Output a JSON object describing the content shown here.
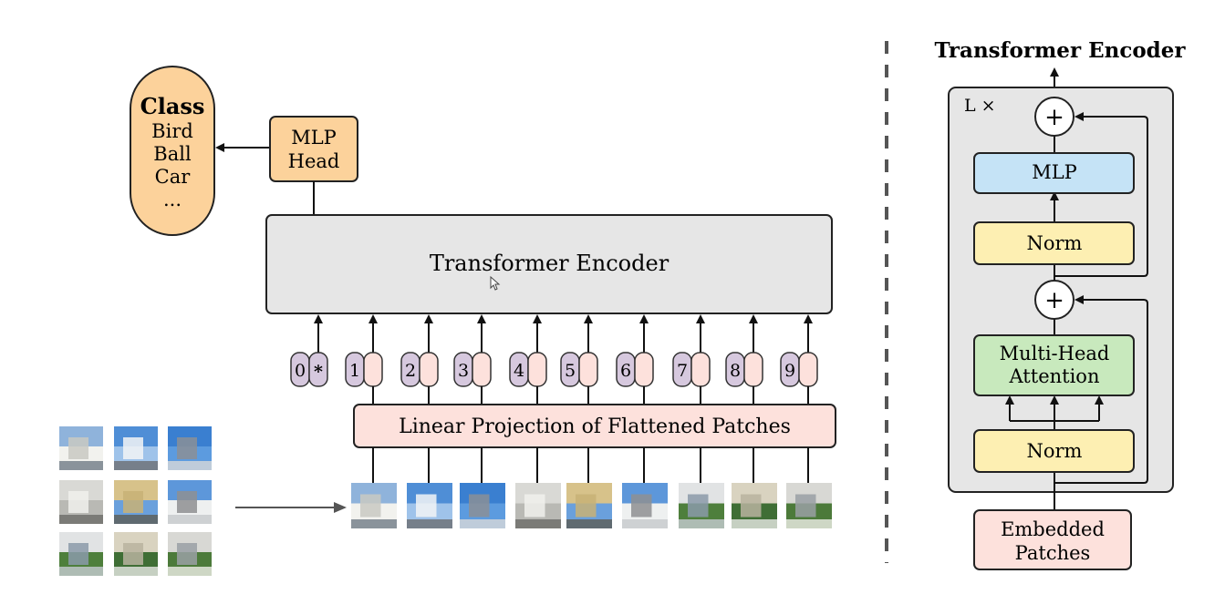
{
  "class_box": {
    "title": "Class",
    "items": [
      "Bird",
      "Ball",
      "Car",
      "..."
    ]
  },
  "mlp_head": {
    "line1": "MLP",
    "line2": "Head"
  },
  "main_encoder": {
    "label": "Transformer Encoder"
  },
  "tokens": [
    {
      "index": "0",
      "extra": "*"
    },
    {
      "index": "1"
    },
    {
      "index": "2"
    },
    {
      "index": "3"
    },
    {
      "index": "4"
    },
    {
      "index": "5"
    },
    {
      "index": "6"
    },
    {
      "index": "7"
    },
    {
      "index": "8"
    },
    {
      "index": "9"
    }
  ],
  "linear_projection": {
    "label": "Linear Projection of Flattened Patches"
  },
  "encoder_detail": {
    "title": "Transformer Encoder",
    "repeat_label": "L ×",
    "mlp": "MLP",
    "norm_top": "Norm",
    "add_symbol": "+",
    "mha_line1": "Multi-Head",
    "mha_line2": "Attention",
    "norm_bottom": "Norm",
    "embedded_line1": "Embedded",
    "embedded_line2": "Patches"
  },
  "colors": {
    "class_fill": "#fcd29b",
    "mlp_head_fill": "#fcd29b",
    "encoder_fill": "#e6e6e6",
    "token_index_fill": "#d6c8de",
    "token_patch_fill": "#fde1dc",
    "projection_fill": "#fde1dc",
    "detail_panel_fill": "#e6e6e6",
    "mlp_fill": "#c5e3f6",
    "norm_fill": "#fdefb2",
    "mha_fill": "#c8e9bd",
    "embedded_fill": "#fde1dc"
  }
}
